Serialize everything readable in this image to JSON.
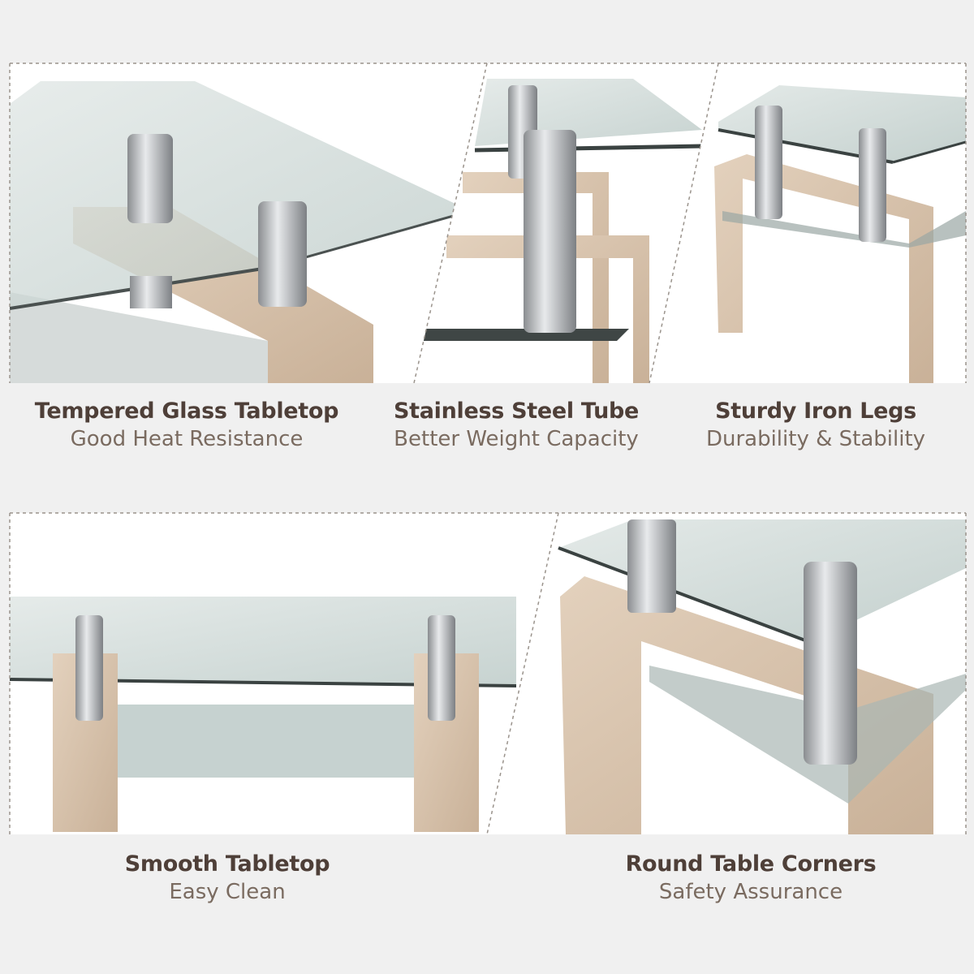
{
  "features": [
    {
      "title": "Tempered Glass Tabletop",
      "subtitle": "Good Heat Resistance"
    },
    {
      "title": "Stainless Steel Tube",
      "subtitle": "Better Weight Capacity"
    },
    {
      "title": "Sturdy Iron Legs",
      "subtitle": "Durability & Stability"
    },
    {
      "title": "Smooth Tabletop",
      "subtitle": "Easy Clean"
    },
    {
      "title": "Round Table Corners",
      "subtitle": "Safety Assurance"
    }
  ],
  "colors": {
    "background": "#f0f0f0",
    "title": "#4e3f38",
    "subtitle": "#7a6b60",
    "wood": "#d9c4ae",
    "glass": "#c9d6d3"
  }
}
